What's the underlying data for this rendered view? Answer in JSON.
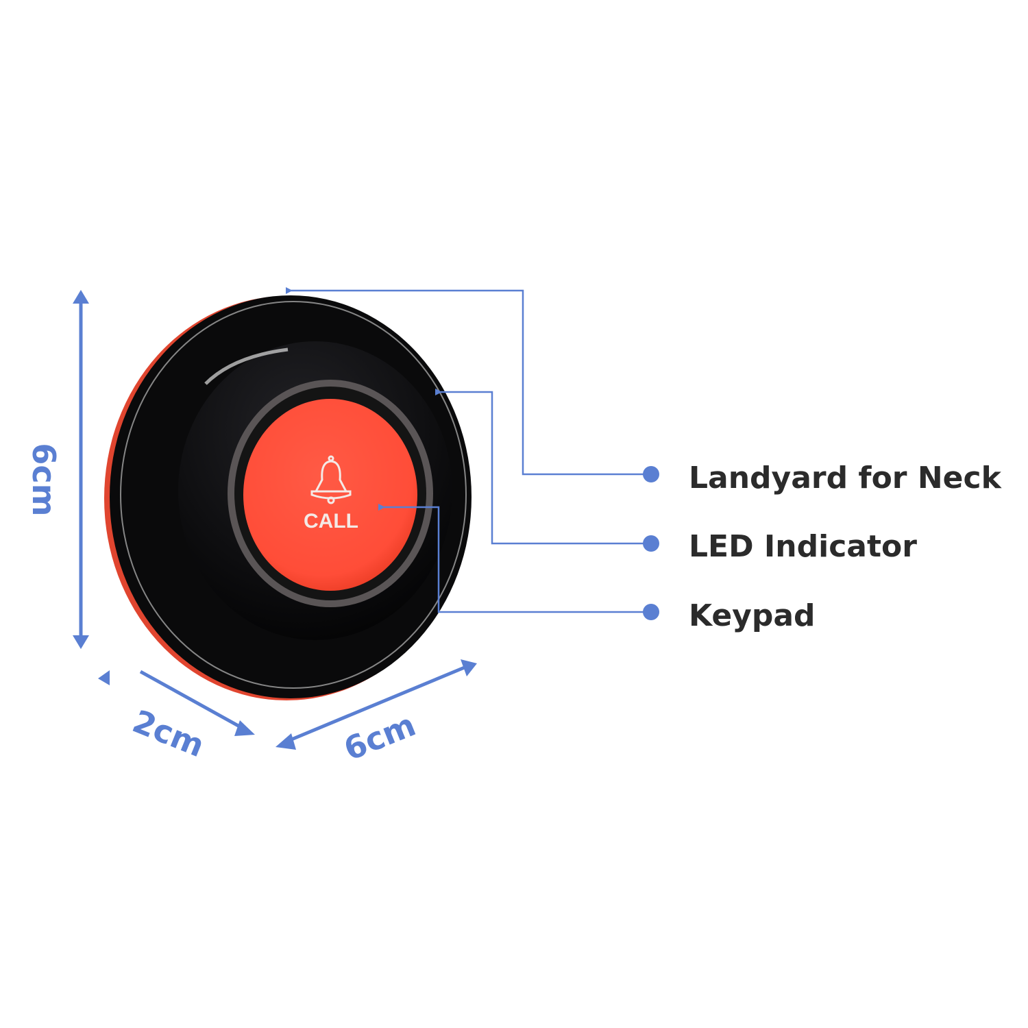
{
  "device": {
    "button_text": "CALL",
    "button_icon": "bell-icon",
    "colors": {
      "button": "#ff5440",
      "body": "#0b0b0d",
      "accent_line": "#5a7fd2"
    }
  },
  "callouts": [
    {
      "label": "Landyard for Neck"
    },
    {
      "label": "LED Indicator"
    },
    {
      "label": "Keypad"
    }
  ],
  "dimensions": {
    "height": "6cm",
    "thickness": "2cm",
    "width": "6cm"
  }
}
